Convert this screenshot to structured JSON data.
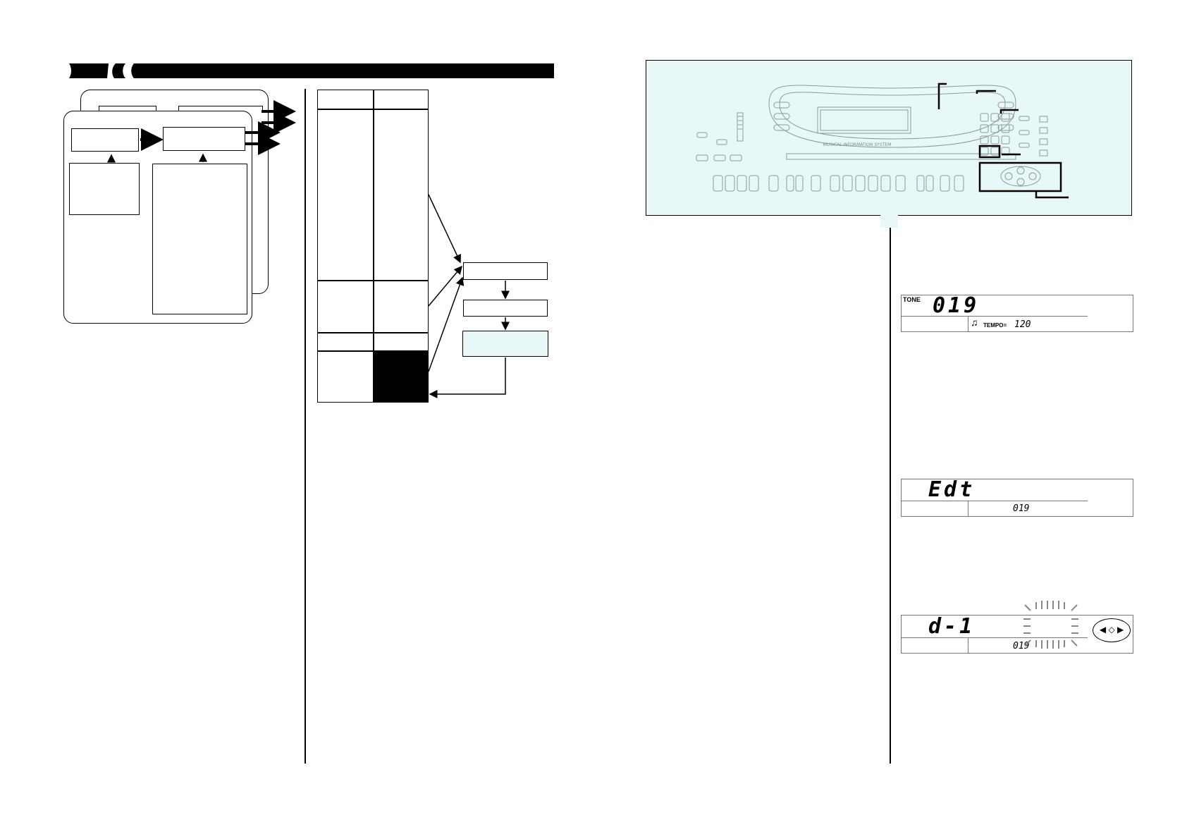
{
  "header_bar": {
    "color": "#000000"
  },
  "keyboard_panel": {
    "background": "#e8f8f8",
    "brand_text": "MUSICAL INFORMATION SYSTEM"
  },
  "lcd_displays": [
    {
      "id": "tone",
      "label": "TONE",
      "main_value": "019",
      "sub_label": "TEMPO=",
      "sub_value": "120"
    },
    {
      "id": "edit",
      "main_value": "Edt",
      "sub_value": "019"
    },
    {
      "id": "param",
      "main_value": "d-1",
      "sub_value": "019"
    }
  ],
  "colors": {
    "line": "#000000",
    "highlight_box": "#e8f8f8",
    "filled_cell": "#000000"
  }
}
